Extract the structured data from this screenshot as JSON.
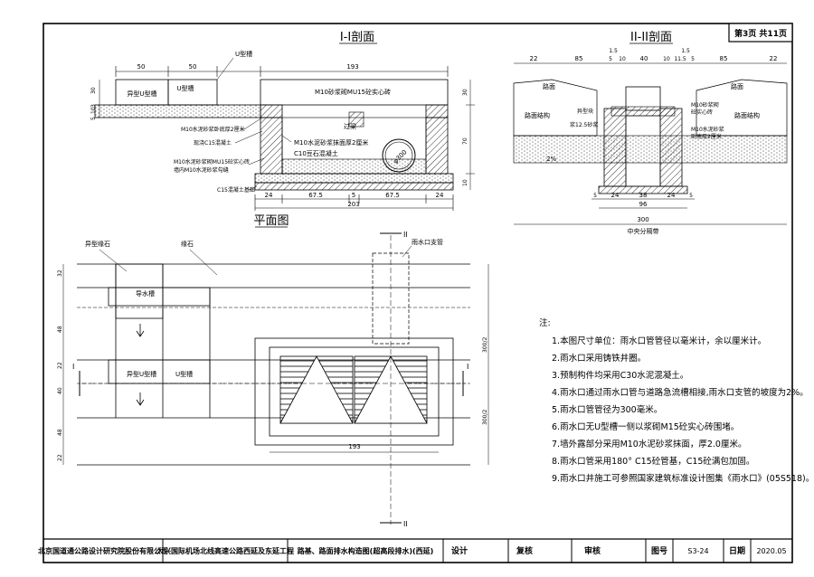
{
  "page_badge": "第3页 共11页",
  "section1": {
    "title": "I-I剖面",
    "dims_top": [
      "50",
      "50",
      "193"
    ],
    "labels": {
      "u_groove": "U型槽",
      "irregular_groove": "异型U型槽",
      "u_groove2": "U型槽",
      "m10_top": "M10砂浆砌MU15砼实心砖",
      "m10_bottom2": "M10水泥砂浆卧底厚2厘米",
      "c15_pour": "现浇C15混凝土",
      "m10_wall": "M10水泥砂浆砌MU15砼实心砖",
      "inner_wall": "墙内M10水泥砂浆勾缝",
      "c15_base": "C15混凝土基础",
      "beam": "过梁",
      "m10_plaster": "M10水泥砂浆抹面厚2厘米",
      "c10_fill": "C10豆石混凝土",
      "pipe": "φ300"
    },
    "left_vertical": [
      "30",
      "3",
      "10",
      "5"
    ],
    "right_vertical": [
      "30",
      "70",
      "10"
    ],
    "dims_bottom": [
      "24",
      "67.5",
      "5",
      "67.5",
      "24"
    ],
    "dim_total": "203"
  },
  "section2": {
    "title": "II-II剖面",
    "dims_top_small": [
      "1.5",
      "1.5"
    ],
    "dims_top": [
      "22",
      "85",
      "5",
      "10",
      "40",
      "10",
      "11.5",
      "5",
      "85",
      "22"
    ],
    "labels": {
      "road_left": "路面",
      "road_right": "路面",
      "pavement_left": "路面结构",
      "pavement_right": "路面结构",
      "irregular_stone": "异型块",
      "sand_bed": "浆12.5砂浆",
      "wall": "M10砂浆砌\n砼实心砖",
      "cover": "M10水泥砂浆\n卧底厚2厘米",
      "slope": "2%"
    },
    "dims_bottom": [
      "5",
      "24",
      "38",
      "24",
      "5"
    ],
    "dim_96": "96",
    "dim_300": "300",
    "median": "中央分隔带"
  },
  "plan": {
    "title": "平面图",
    "labels": {
      "irregular_curb": "异型缘石",
      "curb": "缘石",
      "drain_branch": "雨水口支管",
      "guide_groove": "导水槽",
      "irregular_groove": "异型U型槽",
      "u_groove": "U型槽"
    },
    "left_vertical": [
      "32",
      "48",
      "22",
      "40",
      "48",
      "22"
    ],
    "right_vertical": [
      "300/2",
      "300/2"
    ],
    "dim_193": "193",
    "mark_ii": "II",
    "mark_i": "I"
  },
  "notes": {
    "heading": "注:",
    "items": [
      "1.本图尺寸单位：雨水口管管径以毫米计，余以厘米计。",
      "2.雨水口采用铸铁井圈。",
      "3.预制构件均采用C30水泥混凝土。",
      "4.雨水口通过雨水口管与道路急流槽相接,雨水口支管的坡度为2%。",
      "5.雨水口管管径为300毫米。",
      "6.雨水口无U型槽一侧以浆砌M15砼实心砖围堵。",
      "7.墙外露部分采用M10水泥砂浆抹面，厚2.0厘米。",
      "8.雨水口管采用180° C15砼管基，C15砼满包加固。",
      "9.雨水口井施工可参照国家建筑标准设计图集《雨水口》(05S518)。"
    ]
  },
  "title_block": {
    "company": "北京国道通公路设计研究院股份有限公司",
    "project": "大兴国际机场北线高速公路西延及东延工程",
    "drawing": "路基、路面排水构造图(超高段排水)(西延)",
    "design": "设计",
    "review": "复核",
    "approve": "审核",
    "fig_label": "图号",
    "fig_no": "S3-24",
    "date_label": "日期",
    "date": "2020.05"
  }
}
